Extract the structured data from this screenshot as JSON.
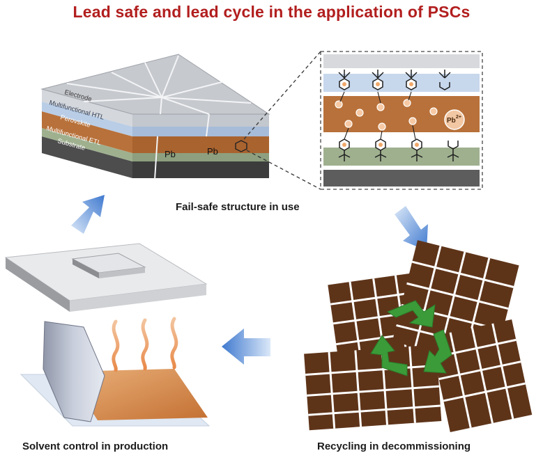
{
  "title": "Lead safe and lead cycle in the application of PSCs",
  "captions": {
    "use": "Fail-safe structure in use",
    "production": "Solvent control in production",
    "recycling": "Recycling in decommissioning"
  },
  "layers": {
    "electrode": "Electrode",
    "htl": "Multifunctional HTL",
    "perovskite": "Perovskite",
    "etl": "Multifunctional ETL",
    "substrate": "Substrate"
  },
  "labels": {
    "pb_left": "Pb",
    "pb_right": "Pb",
    "pb_ion_base": "Pb",
    "pb_ion_charge": "2+"
  },
  "colors": {
    "title": "#b21e1e",
    "electrode": "#d4d7dc",
    "htl": "#b9cde6",
    "perovskite": "#b8713a",
    "etl": "#9fb08f",
    "substrate": "#5d5d5d",
    "cell_brown": "#5e3419",
    "recycle_green": "#3b9b38",
    "arrow_blue": "#4f86d6"
  }
}
